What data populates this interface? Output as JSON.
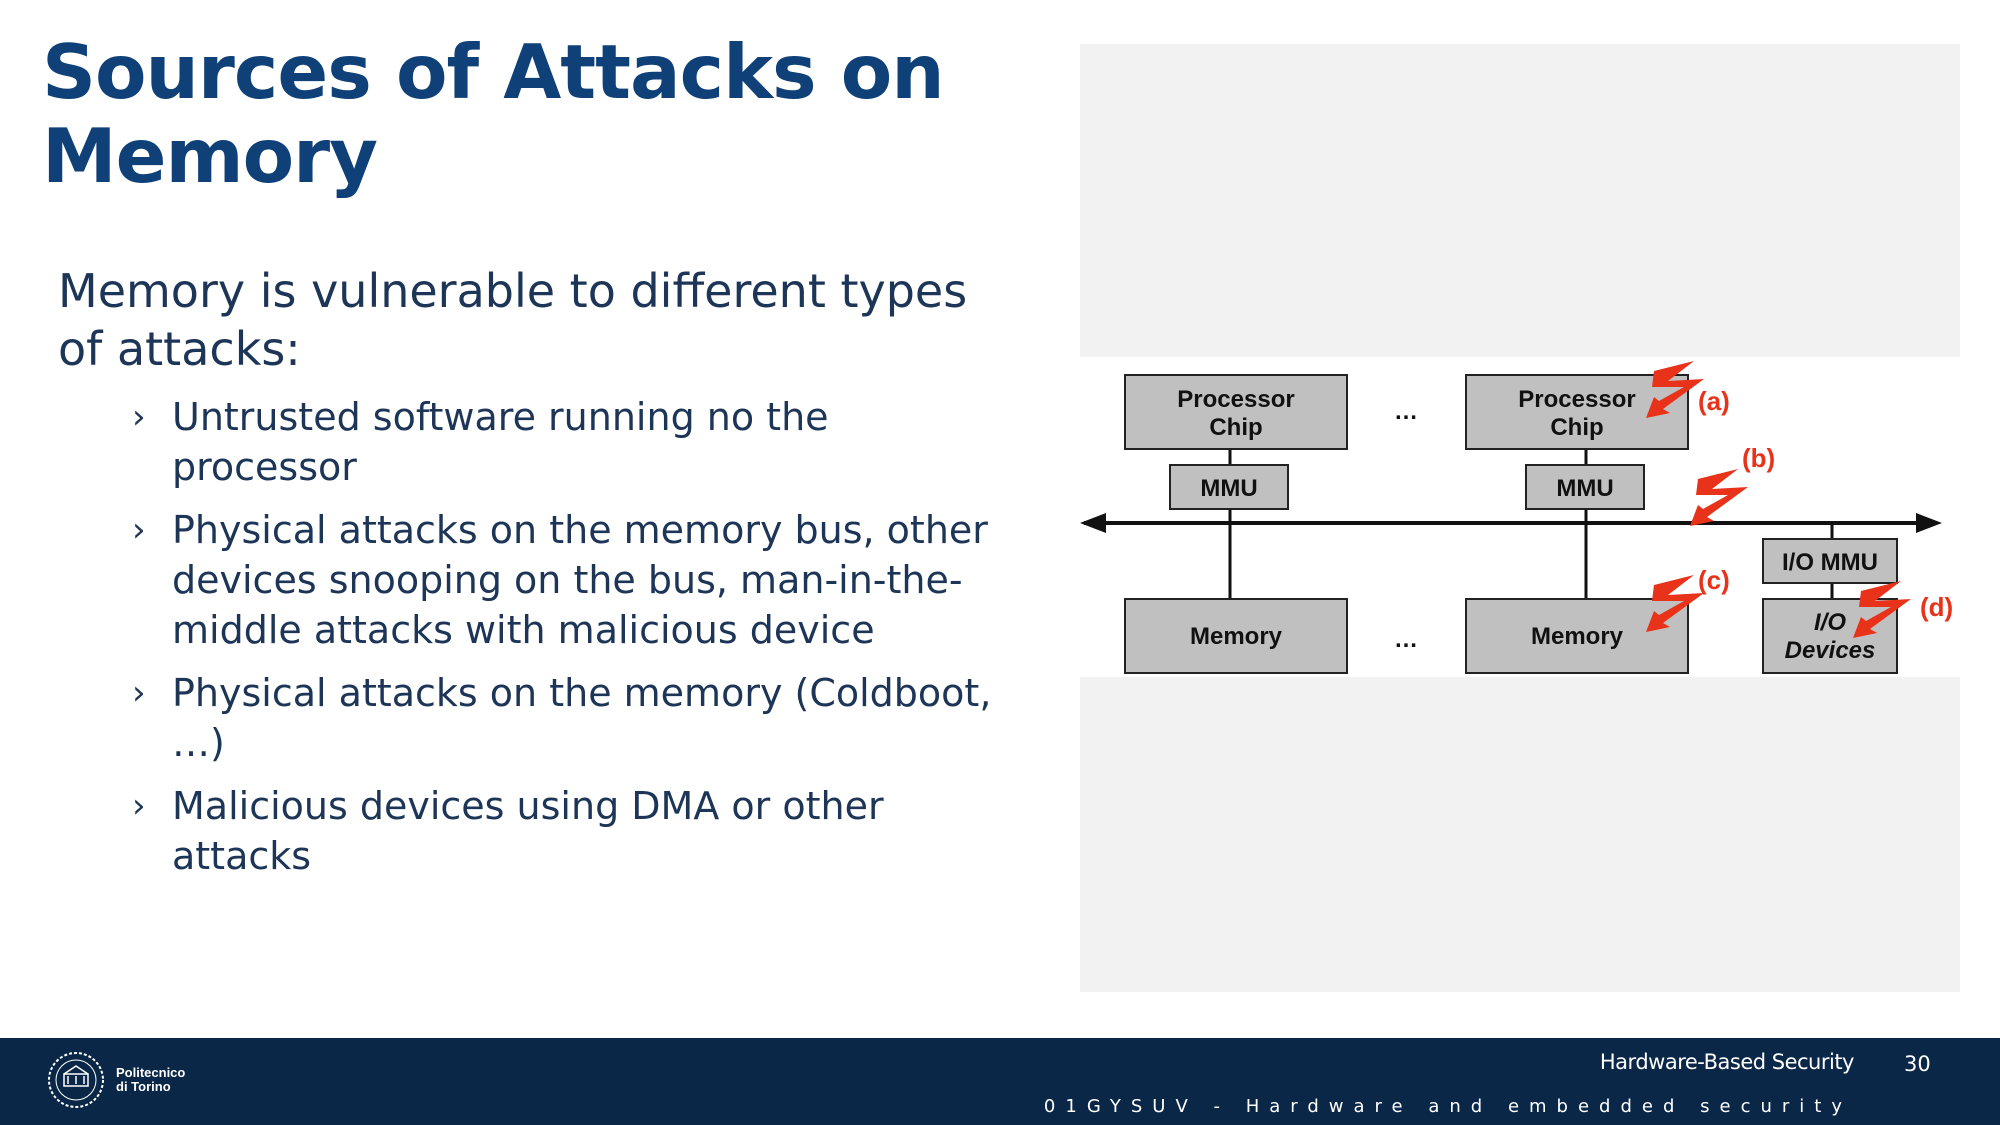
{
  "slide": {
    "title_line1": "Sources of Attacks on",
    "title_line2": "Memory",
    "intro_line1": "Memory is vulnerable to different types",
    "intro_line2": "of attacks:",
    "bullet_marker": "›",
    "bullets": [
      {
        "line1": "Untrusted software running no the",
        "line2": "processor",
        "line3": ""
      },
      {
        "line1": "Physical attacks on the memory bus, other",
        "line2": "devices snooping on the bus, man-in-the-",
        "line3": "middle  attacks with malicious device"
      },
      {
        "line1": "Physical attacks on the memory (Coldboot,",
        "line2": "…)",
        "line3": ""
      },
      {
        "line1": "Malicious devices using DMA or other",
        "line2": "attacks",
        "line3": ""
      }
    ]
  },
  "diagram": {
    "processor1_line1": "Processor",
    "processor1_line2": "Chip",
    "processor2_line1": "Processor",
    "processor2_line2": "Chip",
    "mmu1": "MMU",
    "mmu2": "MMU",
    "io_mmu": "I/O MMU",
    "memory1": "Memory",
    "memory2": "Memory",
    "io_devices_line1": "I/O",
    "io_devices_line2": "Devices",
    "ellipsis_top": "…",
    "ellipsis_bottom": "…",
    "label_a": "(a)",
    "label_b": "(b)",
    "label_c": "(c)",
    "label_d": "(d)",
    "colors": {
      "box_fill": "#c0c0c0",
      "attack_red": "#e8321a"
    }
  },
  "footer": {
    "logo_line1": "Politecnico",
    "logo_line2": "di Torino",
    "course_name": "Hardware-Based Security",
    "page_number": "30",
    "course_code": "01GYSUV - Hardware and embedded security"
  }
}
